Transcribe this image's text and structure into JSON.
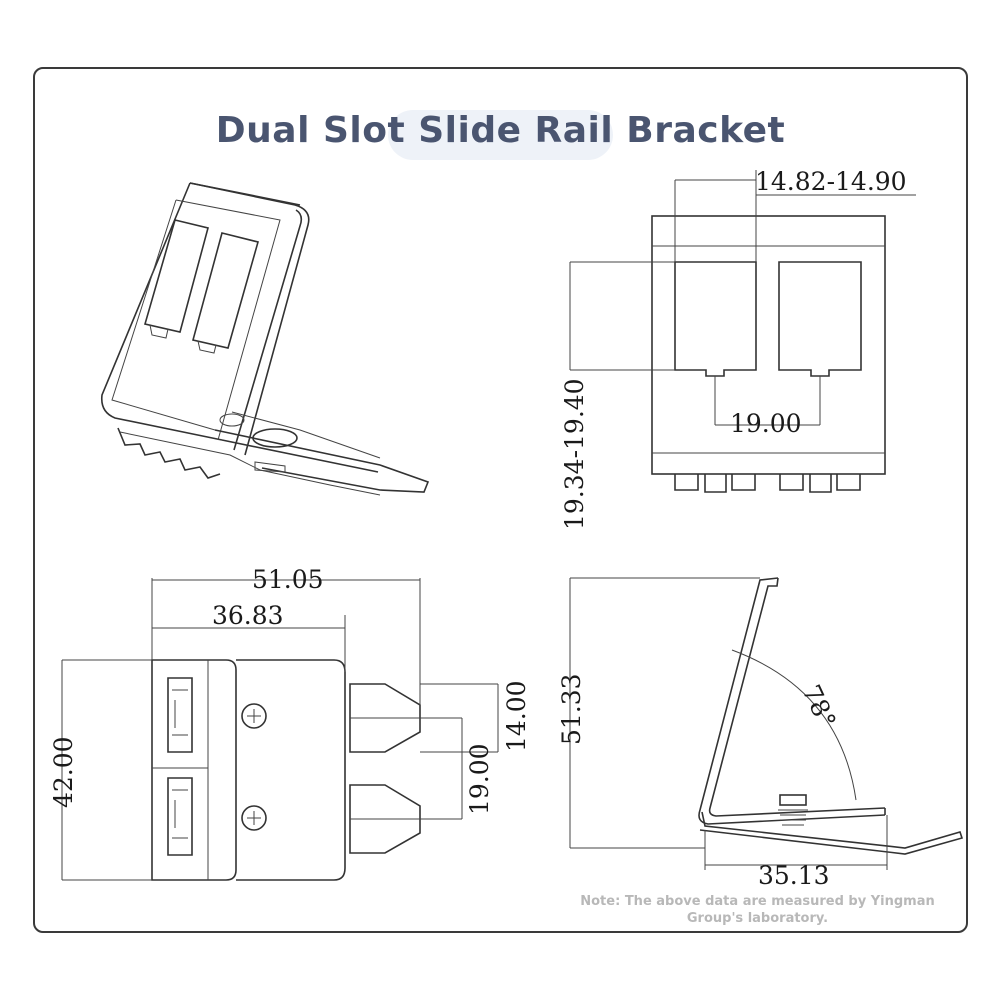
{
  "title": "Dual Slot Slide Rail Bracket",
  "dimensions": {
    "top_view_slot_width": "14.82-14.90",
    "top_view_slot_height": "19.34-19.40",
    "top_view_pitch": "19.00",
    "front_total_width": "51.05",
    "front_body_width": "36.83",
    "front_height": "42.00",
    "front_connector_height": "14.00",
    "front_pitch": "19.00",
    "side_height": "51.33",
    "side_angle": "78°",
    "side_base_length": "35.13"
  },
  "note": "Note: The above data are measured by Yingman Group's laboratory."
}
